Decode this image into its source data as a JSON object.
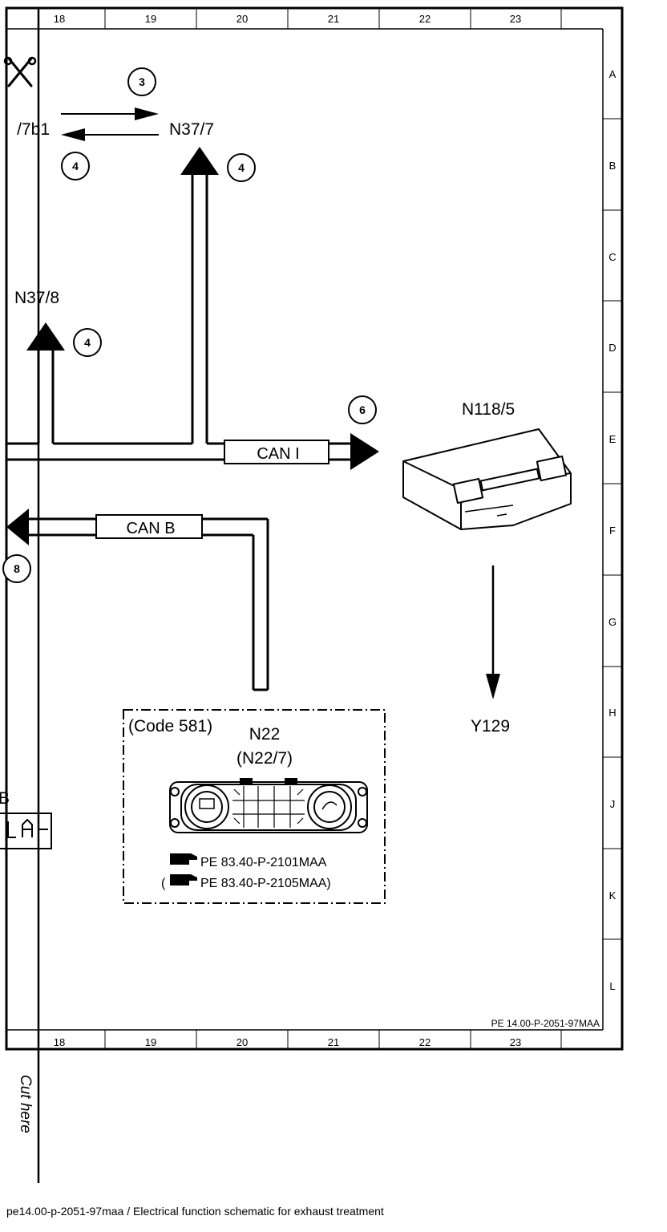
{
  "sheet": {
    "column_numbers": [
      "18",
      "19",
      "20",
      "21",
      "22",
      "23"
    ],
    "row_letters": [
      "A",
      "B",
      "C",
      "D",
      "E",
      "F",
      "G",
      "H",
      "J",
      "K",
      "L"
    ],
    "doc_id": "PE 14.00-P-2051-97MAA",
    "cut_text": "Cut here"
  },
  "labels": {
    "partial_left": "/7b1",
    "n37_7": "N37/7",
    "n37_8": "N37/8",
    "n118_5": "N118/5",
    "y129": "Y129",
    "code581": "(Code 581)",
    "n22": "N22",
    "n22_7": "(N22/7)",
    "partial_b": "B",
    "ref1": "PE 83.40-P-2101MAA",
    "ref2_open": "(",
    "ref2": "PE 83.40-P-2105MAA)"
  },
  "circles": {
    "c3": "3",
    "c4_left": "4",
    "c4_arrow": "4",
    "c4_n378": "4",
    "c6": "6",
    "c8": "8"
  },
  "buses": {
    "can_i": "CAN I",
    "can_b": "CAN B"
  },
  "icons": {
    "scissors": "scissors-icon",
    "reference": "pointing-hand-icon",
    "panel": "climate-control-panel-icon",
    "module": "control-module-icon"
  },
  "caption": "pe14.00-p-2051-97maa / Electrical function schematic for exhaust treatment"
}
